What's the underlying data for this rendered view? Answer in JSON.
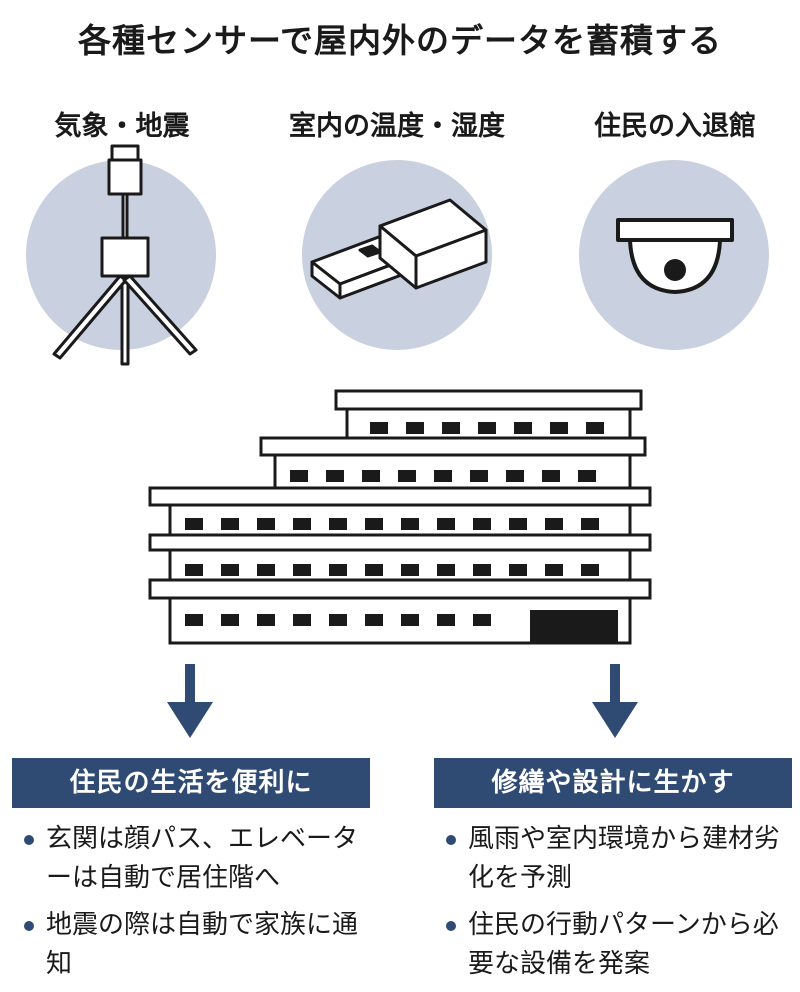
{
  "title": "各種センサーで屋内外のデータを蓄積する",
  "sensors": [
    {
      "label": "気象・地震",
      "icon": "weather-station-icon"
    },
    {
      "label": "室内の温度・湿度",
      "icon": "usb-sensor-icon"
    },
    {
      "label": "住民の入退館",
      "icon": "security-camera-icon"
    }
  ],
  "building": {
    "icon": "apartment-building-icon"
  },
  "outcomes": {
    "left": {
      "heading": "住民の生活を便利に",
      "bullets": [
        "玄関は顔パス、エレベーターは自動で居住階へ",
        "地震の際は自動で家族に通知"
      ]
    },
    "right": {
      "heading": "修繕や設計に生かす",
      "bullets": [
        "風雨や室内環境から建材劣化を予測",
        "住民の行動パターンから必要な設備を発案"
      ]
    }
  },
  "colors": {
    "accent": "#2f4b73",
    "circle": "#c9d0df",
    "ink": "#1a1a1a"
  }
}
